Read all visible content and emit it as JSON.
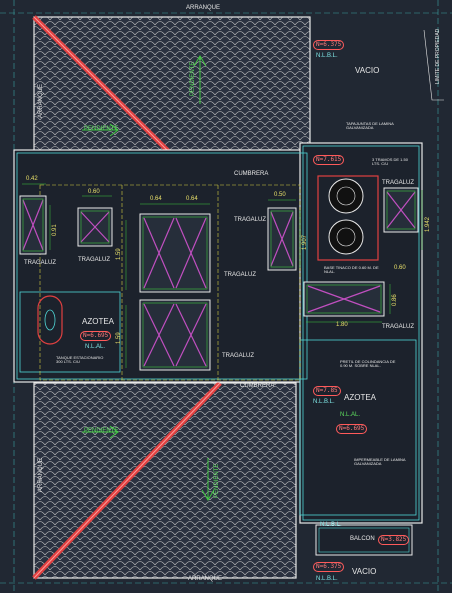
{
  "labels": {
    "arranque_top": "ARRANQUE",
    "arranque_bottom": "ARRANQUE",
    "arranque_left_top": "ARRANQUE",
    "arranque_left_bottom": "ARRANQUE",
    "cumbrera_top": "CUMBRERA",
    "cumbrera_bottom": "CUMBRERA",
    "vacio_top": "VACIO",
    "vacio_bottom": "VACIO",
    "limite_propiedad": "LIMITE DE PROPIEDAD",
    "azotea_left": "AZOTEA",
    "azotea_right": "AZOTEA",
    "balcon": "BALCON",
    "tragaluz_1": "TRAGALUZ",
    "tragaluz_2": "TRAGALUZ",
    "tragaluz_3": "TRAGALUZ",
    "tragaluz_4": "TRAGALUZ",
    "tragaluz_5": "TRAGALUZ",
    "tragaluz_6": "TRAGALUZ",
    "tragaluz_7": "TRAGALUZ",
    "tapajuntas_note": "TAPAJUNTAS DE LAMINA GALVANIZADA",
    "tramos_note": "3 TRAMOS DE 1.50 LTS. C/U",
    "tanque_note": "TANQUE ESTACIONARIO 300 LTS. C/U",
    "base_tinaco": "BASE TINACO DE 0.60 M. DE NLAL.",
    "pretil_note": "PRETIL DE COLINDANCIA DE 0.90 M. SOBRE NLAL.",
    "impermeable_note": "IMPERMEABLE DE LAMINA GALVANIZADA",
    "pendiente_1": "PENDIENTE",
    "pendiente_2": "PENDIENTE",
    "pendiente_3": "PENDIENTE",
    "pendiente_4": "PENDIENTE"
  },
  "levels": {
    "n_top": "N=6.375",
    "nlbl_top": "N.L.B.L.",
    "n_tank": "N=7.615",
    "n_left_azotea": "N=6.695",
    "nlal_left": "N.L.AL.",
    "n_right": "N=7.85",
    "nlbl_right": "N.L.B.L.",
    "nlal_right": "N.L.AL.",
    "n_right_azotea": "N=6.695",
    "nlbl_balcon": "N.L.B.L.",
    "n_balcon": "N=3.825",
    "n_bottom": "N=6.375",
    "nlbl_bottom": "N.L.B.L."
  },
  "dimensions": {
    "d_042": "0.42",
    "d_060a": "0.60",
    "d_064a": "0.64",
    "d_064b": "0.64",
    "d_050": "0.50",
    "d_091": "0.91",
    "d_159a": "1.59",
    "d_159b": "1.59",
    "d_1907": "1.907",
    "d_1942": "1.942",
    "d_060b": "0.60",
    "d_086": "0.86",
    "d_180": "1.80"
  },
  "colors": {
    "background": "#212833",
    "wall": "#e8e8e8",
    "tile": "#cfcfcf",
    "cyan": "#4fd6d6",
    "green": "#3fc83f",
    "red": "#e04040",
    "yellow": "#d8d040",
    "magenta": "#c04fc0"
  }
}
